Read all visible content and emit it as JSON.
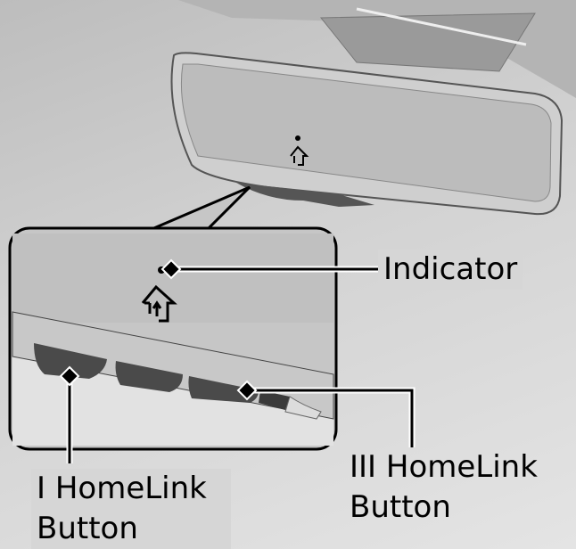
{
  "diagram": {
    "labels": {
      "indicator": "Indicator",
      "button_one": [
        "I HomeLink",
        "Button"
      ],
      "button_three": [
        "III HomeLink",
        "Button"
      ]
    },
    "icons": [
      "homelink-house-icon",
      "indicator-light-icon"
    ],
    "colors": {
      "background": "#d2d2d2",
      "leader": "#000000",
      "button": "#4a4a4a"
    }
  }
}
